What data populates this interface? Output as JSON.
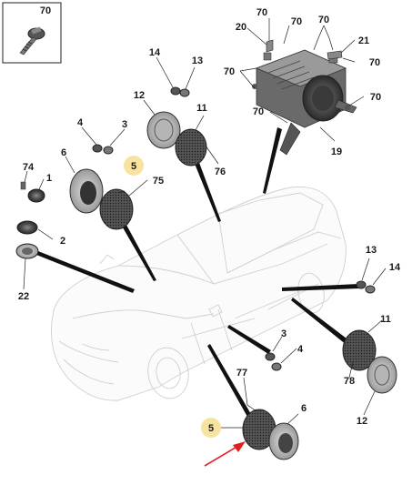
{
  "inset": {
    "number": "70"
  },
  "callouts": {
    "c70a": "70",
    "c70b": "70",
    "c70c": "70",
    "c70d": "70",
    "c70e": "70",
    "c70f": "70",
    "c20": "20",
    "c21": "21",
    "c19": "19",
    "c14a": "14",
    "c13a": "13",
    "c12a": "12",
    "c11a": "11",
    "c4a": "4",
    "c3a": "3",
    "c6a": "6",
    "c76": "76",
    "c5a": "5",
    "c75": "75",
    "c74": "74",
    "c1": "1",
    "c2": "2",
    "c22": "22",
    "c13b": "13",
    "c14b": "14",
    "c11b": "11",
    "c3b": "3",
    "c4b": "4",
    "c78": "78",
    "c77": "77",
    "c12b": "12",
    "c6b": "6",
    "c5b": "5"
  },
  "colors": {
    "highlight": "#f8e2a0",
    "arrow": "#e02020",
    "leader": "#111111"
  }
}
